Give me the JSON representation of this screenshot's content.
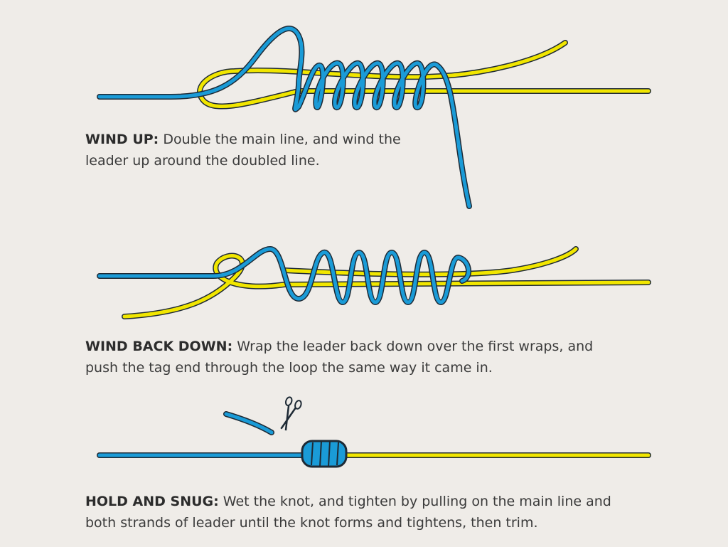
{
  "steps": [
    {
      "title": "WIND UP:",
      "text": " Double the main line, and wind the",
      "text2": "leader up around the doubled line."
    },
    {
      "title": "WIND BACK DOWN:",
      "text": " Wrap the leader back down over the first wraps, and",
      "text2": "push the tag end through the loop the same way it came in."
    },
    {
      "title": "HOLD AND SNUG:",
      "text": " Wet the knot, and tighten by pulling on the main line and",
      "text2": "both strands of leader until the knot forms and tightens, then trim."
    }
  ],
  "colors": {
    "background": "#efece8",
    "main_line": "#1a9bd7",
    "leader": "#f1e600",
    "outline": "#1e2a35"
  },
  "icons": [
    "scissors-icon"
  ]
}
